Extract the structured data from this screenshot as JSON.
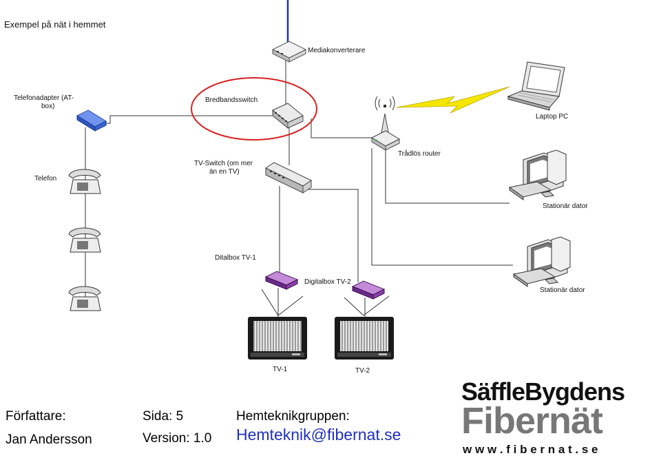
{
  "diagram": {
    "title": "Exempel på nät i hemmet",
    "labels": {
      "mediaconverter": "Mediakonverterare",
      "switch": "Bredbandsswitch",
      "phone_adapter_1": "Telefonadapter (AT-",
      "phone_adapter_2": "box)",
      "phone": "Telefon",
      "tv_switch_1": "TV-Switch (om mer",
      "tv_switch_2": "än en TV)",
      "router": "Trådlös router",
      "laptop": "Laptop PC",
      "desktop_1": "Stationär dator",
      "desktop_2": "Stationär dator",
      "box_tv1": "Ditalbox TV-1",
      "box_tv2": "Digitalbox TV-2",
      "tv1": "TV-1",
      "tv2": "TV-2"
    },
    "colors": {
      "fiber_line": "#1f2fbf",
      "highlight_circle": "#d92020",
      "wireless_bolt": "#f5e600",
      "adapter": "#3a66d6",
      "digitalbox": "#8a3fa8"
    }
  },
  "footer": {
    "author_label": "Författare:",
    "author_name": "Jan Andersson",
    "page_label": "Sida: 5",
    "version_label": "Version: 1.0",
    "group_label": "Hemteknikgruppen:",
    "email": "Hemteknik@fibernat.se"
  },
  "logo": {
    "line1": "SäffleBygdens",
    "line2": "Fibernät",
    "line3": "w w w . f i b e r n a t . s e"
  }
}
